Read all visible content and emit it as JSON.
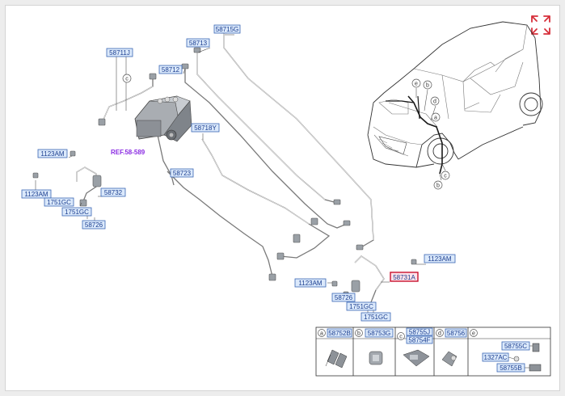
{
  "expand_icon_color": "#d62f3a",
  "highlight_color": "#c8102e",
  "reference_label": "REF.58-589",
  "part_labels": {
    "p58711J": "58711J",
    "p58715G": "58715G",
    "p58713": "58713",
    "p58712": "58712",
    "p58718Y": "58718Y",
    "p58723": "58723",
    "p1123AM_a": "1123AM",
    "p1123AM_b": "1123AM",
    "p1123AM_c": "1123AM",
    "p1123AM_d": "1123AM",
    "p58732": "58732",
    "p1751GC_a": "1751GC",
    "p1751GC_b": "1751GC",
    "p1751GC_c": "1751GC",
    "p1751GC_d": "1751GC",
    "p58726_a": "58726",
    "p58726_b": "58726",
    "p58731A": "58731A"
  },
  "callout_letters": {
    "c_left": "c",
    "car_e": "e",
    "car_b": "b",
    "car_d": "d",
    "car_a": "a",
    "car_c_lo": "c",
    "car_b_lo": "b"
  },
  "legend": {
    "cells": [
      {
        "letter": "a",
        "codes": [
          "58752B"
        ]
      },
      {
        "letter": "b",
        "codes": [
          "58753G"
        ]
      },
      {
        "letter": "c",
        "codes": [
          "58755J",
          "58754F"
        ]
      },
      {
        "letter": "d",
        "codes": [
          "58756"
        ]
      },
      {
        "letter": "e",
        "codes": [
          "58755C",
          "1327AC",
          "58755B"
        ]
      }
    ]
  }
}
